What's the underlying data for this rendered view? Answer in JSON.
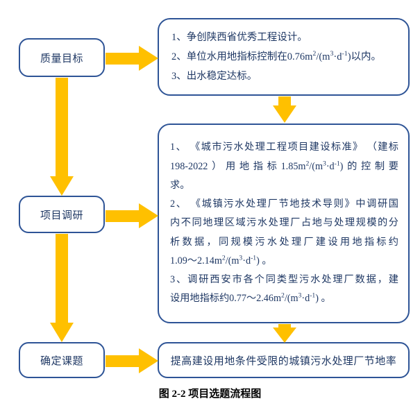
{
  "figure": {
    "caption": "图 2-2 项目选题流程图",
    "colors": {
      "box_border": "#2E5496",
      "arrow_fill": "#FFC000",
      "text": "#1F3864",
      "caption_text": "#000000",
      "background": "#FFFFFF"
    }
  },
  "nodes": {
    "quality_goal": {
      "label": "质量目标"
    },
    "project_research": {
      "label": "项目调研"
    },
    "determine_topic": {
      "label": "确定课题"
    },
    "goals_box": {
      "lines": [
        "1、争创陕西省优秀工程设计。",
        "2、单位水用地指标控制在0.76m²/(m³·d⁻¹)以内。",
        "3、出水稳定达标。"
      ],
      "line1_prefix": "1、争创陕西省优秀工程设计。",
      "line2_a": "2、单位水用地指标控制在0.76m",
      "line2_sup1": "2",
      "line2_b": "/(m",
      "line2_sup2": "3",
      "line2_c": "·d",
      "line2_sup3": "-1",
      "line2_d": ")以内。",
      "line3": "3、出水稳定达标。"
    },
    "survey_box": {
      "item1_l1": "1、 《城市污水处理工程项目建设标准》 （建标",
      "item1_l2_a": "198-2022）用地指标1.85m",
      "item1_l2_sup1": "2",
      "item1_l2_b": "/(m",
      "item1_l2_sup2": "3",
      "item1_l2_c": "·d",
      "item1_l2_sup3": "-1",
      "item1_l2_d": ")的控制要",
      "item1_l3": "求。",
      "item2_l1": "2、 《城镇污水处理厂节地技术导则》中调研国",
      "item2_l2": "内不同地理区域污水处理厂占地与处理规模的分",
      "item2_l3": "析数据，同规模污水处理厂建设用地指标约",
      "item2_l4_a": "1.09～2.14m",
      "item2_l4_sup1": "2",
      "item2_l4_b": "/(m",
      "item2_l4_sup2": "3",
      "item2_l4_c": "·d",
      "item2_l4_sup3": "-1",
      "item2_l4_d": ") 。",
      "item3_l1": "3、调研西安市各个同类型污水处理厂数据，建",
      "item3_l2_a": "设用地指标约0.77～2.46m",
      "item3_l2_sup1": "2",
      "item3_l2_b": "/(m",
      "item3_l2_sup2": "3",
      "item3_l2_c": "·d",
      "item3_l2_sup3": "-1",
      "item3_l2_d": ") 。"
    },
    "result_box": {
      "label": "提高建设用地条件受限的城镇污水处理厂节地率"
    }
  }
}
